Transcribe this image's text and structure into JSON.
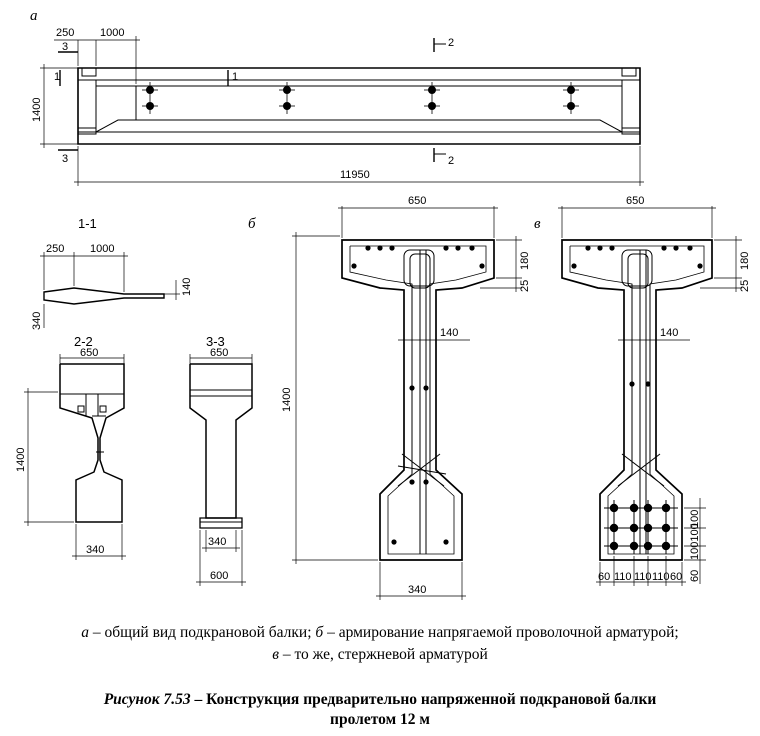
{
  "labels": {
    "view_a": "а",
    "view_b": "б",
    "view_v": "в",
    "sec_1_1": "1-1",
    "sec_2_2": "2-2",
    "sec_3_3": "3-3",
    "cut_1": "1",
    "cut_2": "2",
    "cut_3": "3"
  },
  "dims": {
    "d250": "250",
    "d1000": "1000",
    "d1400": "1400",
    "d11950": "11950",
    "d140": "140",
    "d340": "340",
    "d650": "650",
    "d600": "600",
    "d180": "180",
    "d25": "25",
    "d100": "100",
    "d100100": "100100",
    "d60": "60",
    "d110": "110"
  },
  "caption": {
    "a_letter": "а",
    "a_text": " – общий вид подкрановой балки; ",
    "b_letter": "б",
    "b_text": " – армирование напрягаемой проволочной арматурой;",
    "v_letter": "в",
    "v_text": " – то же, стержневой арматурой",
    "fig_label": "Рисунок 7.53",
    "fig_title": " – Конструкция предварительно напряженной подкрановой балки",
    "fig_title_2": "пролетом 12 м"
  }
}
